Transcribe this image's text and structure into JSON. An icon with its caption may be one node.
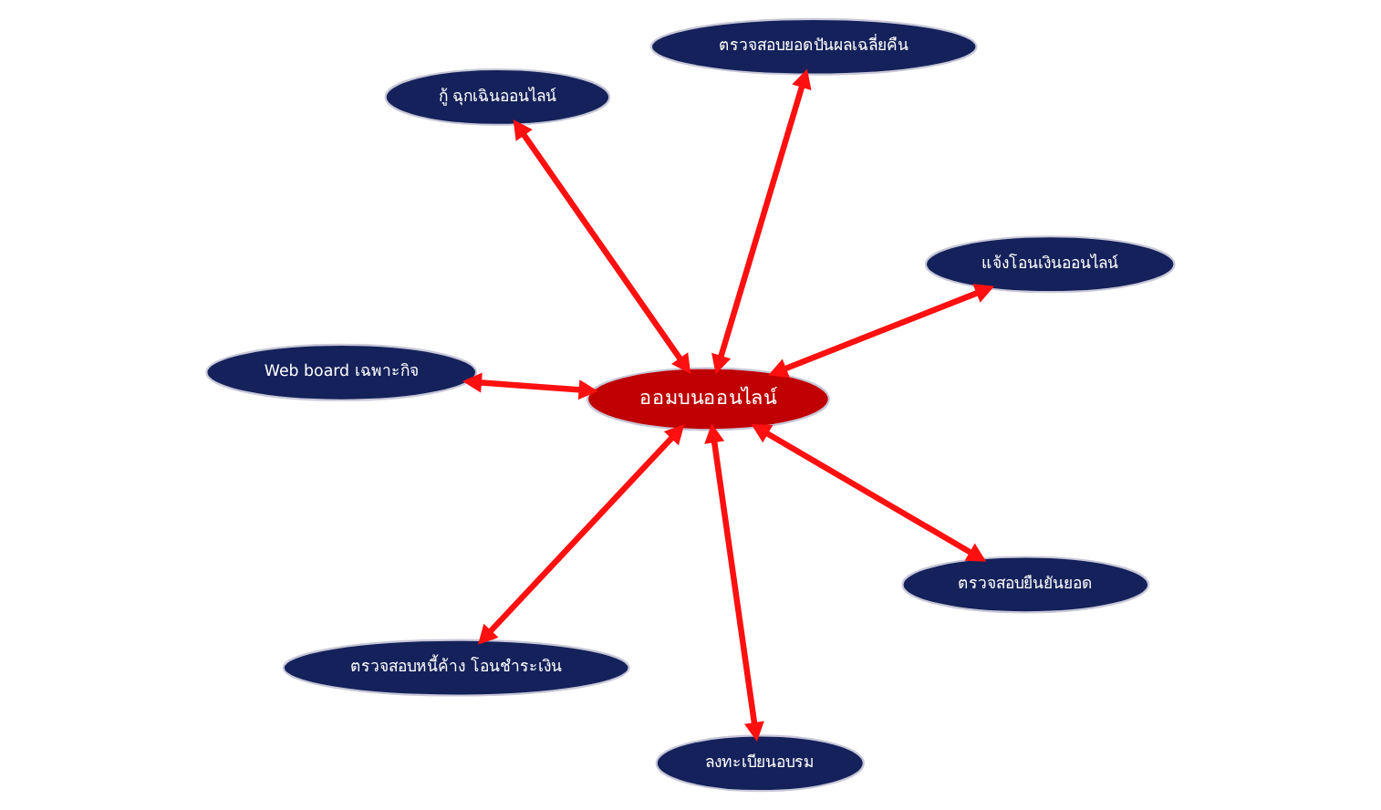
{
  "diagram": {
    "nodes": [
      {
        "text": [
          "กู้ ฉุกเฉินออนไลน์"
        ]
      },
      {
        "text": [
          "แจ้งโอนเงินออนไลน์"
        ]
      },
      {
        "text": [
          "ลงทะเบียนอบรม"
        ]
      },
      {
        "text": [
          "ออมบนออนไลน์"
        ]
      },
      {
        "text": [
          "ตรวจสอบยอดปันผลเฉลี่ยคืน"
        ]
      },
      {
        "text": [
          "Web board เฉพาะกิจ"
        ]
      },
      {
        "text": [
          "ตรวจสอบหนี้ค้าง โอนชำระเงิน"
        ]
      },
      {
        "text": [
          "ตรวจสอบยืนยันยอด"
        ]
      }
    ],
    "edges": [
      {
        "from": 3,
        "to": 0,
        "arrow": "both"
      },
      {
        "from": 3,
        "to": 1,
        "arrow": "both"
      },
      {
        "from": 3,
        "to": 2,
        "arrow": "both"
      },
      {
        "from": 3,
        "to": 4,
        "arrow": "both"
      },
      {
        "from": 3,
        "to": 5,
        "arrow": "both"
      },
      {
        "from": 3,
        "to": 6,
        "arrow": "both"
      },
      {
        "from": 3,
        "to": 7,
        "arrow": "both"
      }
    ]
  }
}
